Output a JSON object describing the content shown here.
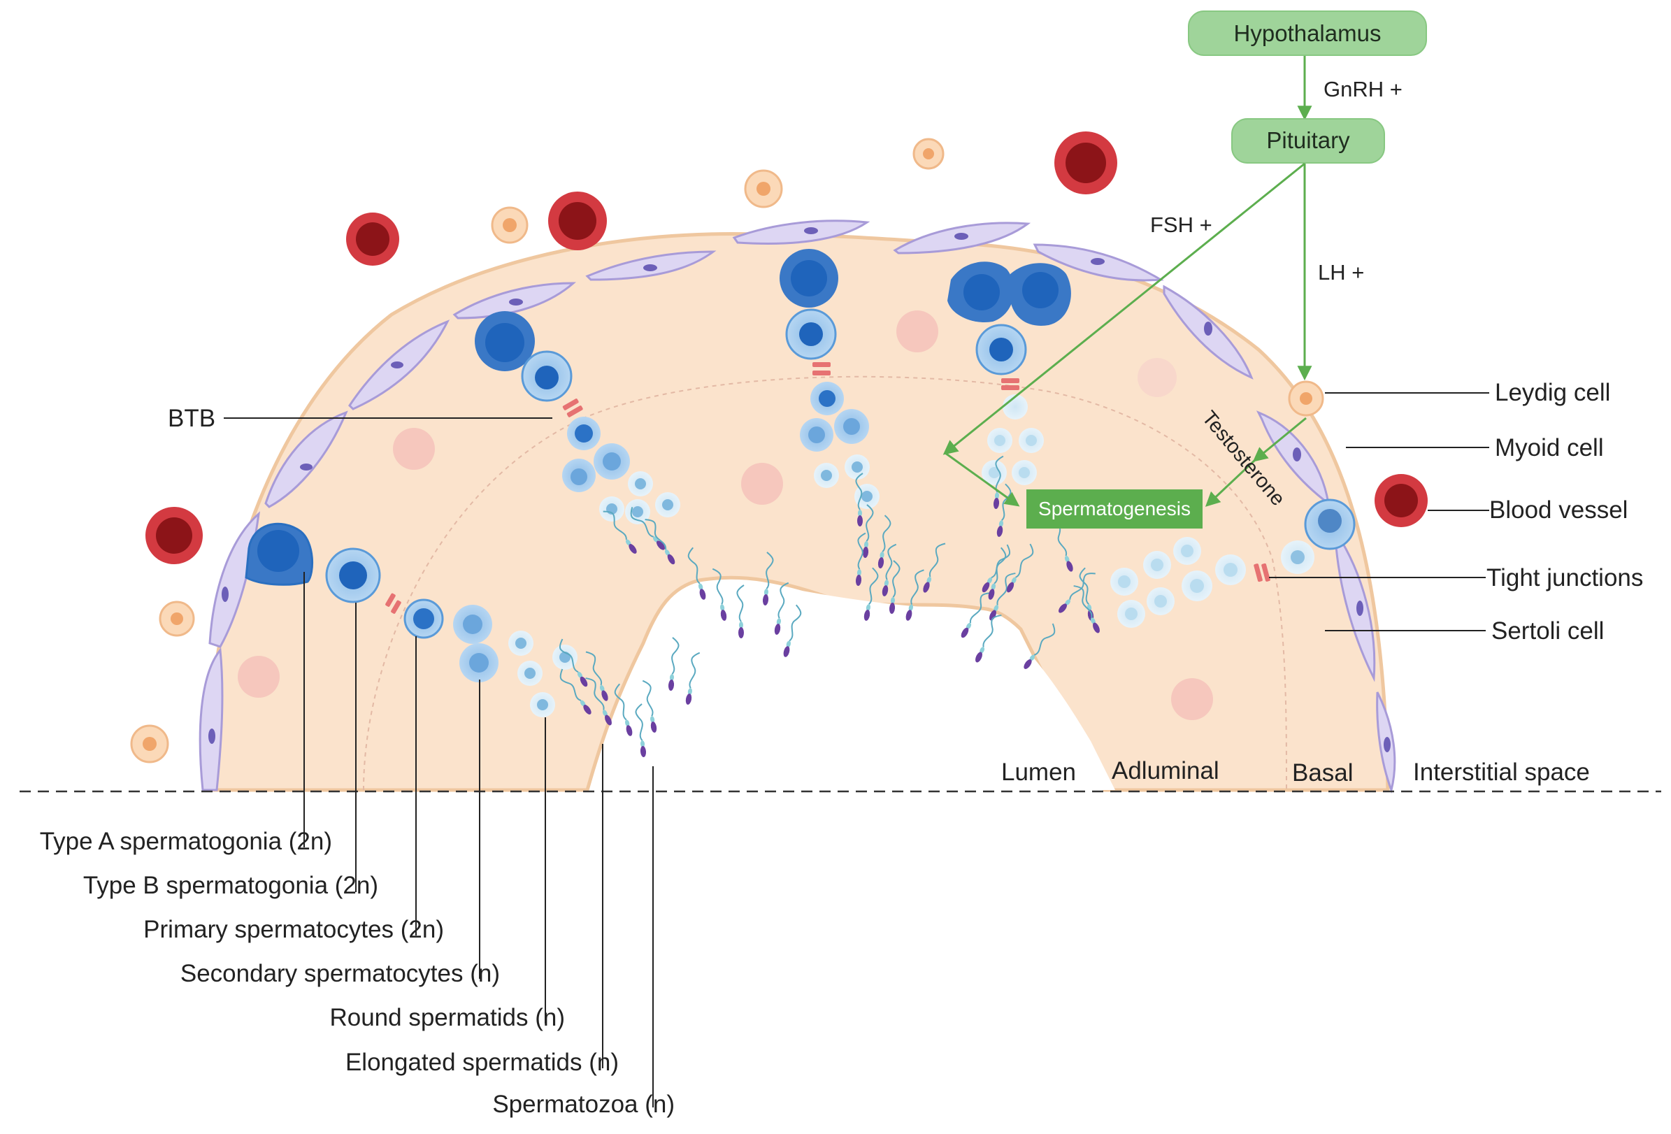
{
  "hormones": {
    "hypothalamus": "Hypothalamus",
    "pituitary": "Pituitary",
    "gnrh": "GnRH +",
    "fsh": "FSH +",
    "lh": "LH +",
    "testosterone": "Testosterone",
    "spermatogenesis": "Spermatogenesis"
  },
  "right_labels": {
    "leydig": "Leydig cell",
    "myoid": "Myoid cell",
    "blood_vessel": "Blood vessel",
    "tight_junctions": "Tight junctions",
    "sertoli": "Sertoli cell"
  },
  "btb": "BTB",
  "regions": {
    "lumen": "Lumen",
    "adluminal": "Adluminal",
    "basal": "Basal",
    "interstitial": "Interstitial space"
  },
  "cell_types": [
    "Type A spermatogonia (2n)",
    "Type B spermatogonia (2n)",
    "Primary spermatocytes (2n)",
    "Secondary spermatocytes (n)",
    "Round spermatids (n)",
    "Elongated spermatids (n)",
    "Spermatozoa (n)"
  ],
  "colors": {
    "hormone_box": "#9fd49a",
    "spermatogenesis_box": "#5cae4e",
    "arrow": "#5cae4e",
    "sertoli_fill": "#fbe3cc",
    "myoid_fill": "#ddd6f3",
    "blood_cell": "#c0272d",
    "spermatogonia": "#2a6fc0"
  }
}
